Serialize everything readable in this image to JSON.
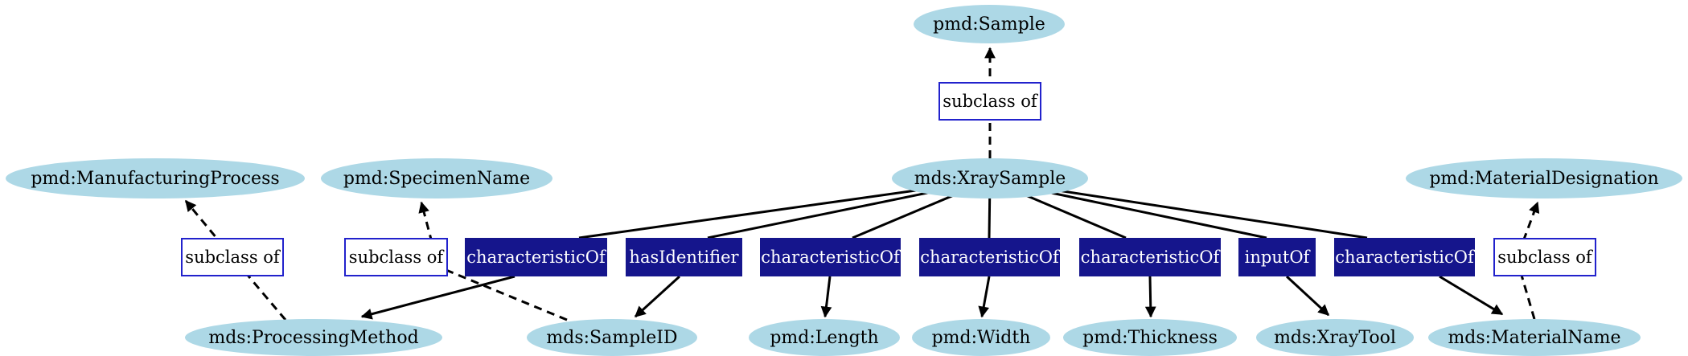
{
  "diagram": {
    "background": "#ffffff",
    "colors": {
      "background": "#ffffff",
      "class_fill": "#add8e6",
      "class_text": "#000000",
      "property_fill": "#15158c",
      "property_text": "#ffffff",
      "subclass_border": "#2222cc",
      "subclass_text": "#000000",
      "edge": "#000000"
    },
    "nodes": {
      "pmd_sample": "pmd:Sample",
      "pmd_manufacturing_process": "pmd:ManufacturingProcess",
      "pmd_specimen_name": "pmd:SpecimenName",
      "mds_xray_sample": "mds:XraySample",
      "pmd_material_designation": "pmd:MaterialDesignation",
      "mds_processing_method": "mds:ProcessingMethod",
      "mds_sample_id": "mds:SampleID",
      "pmd_length": "pmd:Length",
      "pmd_width": "pmd:Width",
      "pmd_thickness": "pmd:Thickness",
      "mds_xray_tool": "mds:XrayTool",
      "mds_material_name": "mds:MaterialName"
    },
    "edge_labels": {
      "subclass_top": "subclass of",
      "subclass_left_1": "subclass of",
      "subclass_left_2": "subclass of",
      "subclass_right": "subclass of",
      "characteristic_of_1": "characteristicOf",
      "has_identifier": "hasIdentifier",
      "characteristic_of_2": "characteristicOf",
      "characteristic_of_3": "characteristicOf",
      "characteristic_of_4": "characteristicOf",
      "input_of": "inputOf",
      "characteristic_of_5": "characteristicOf"
    }
  }
}
